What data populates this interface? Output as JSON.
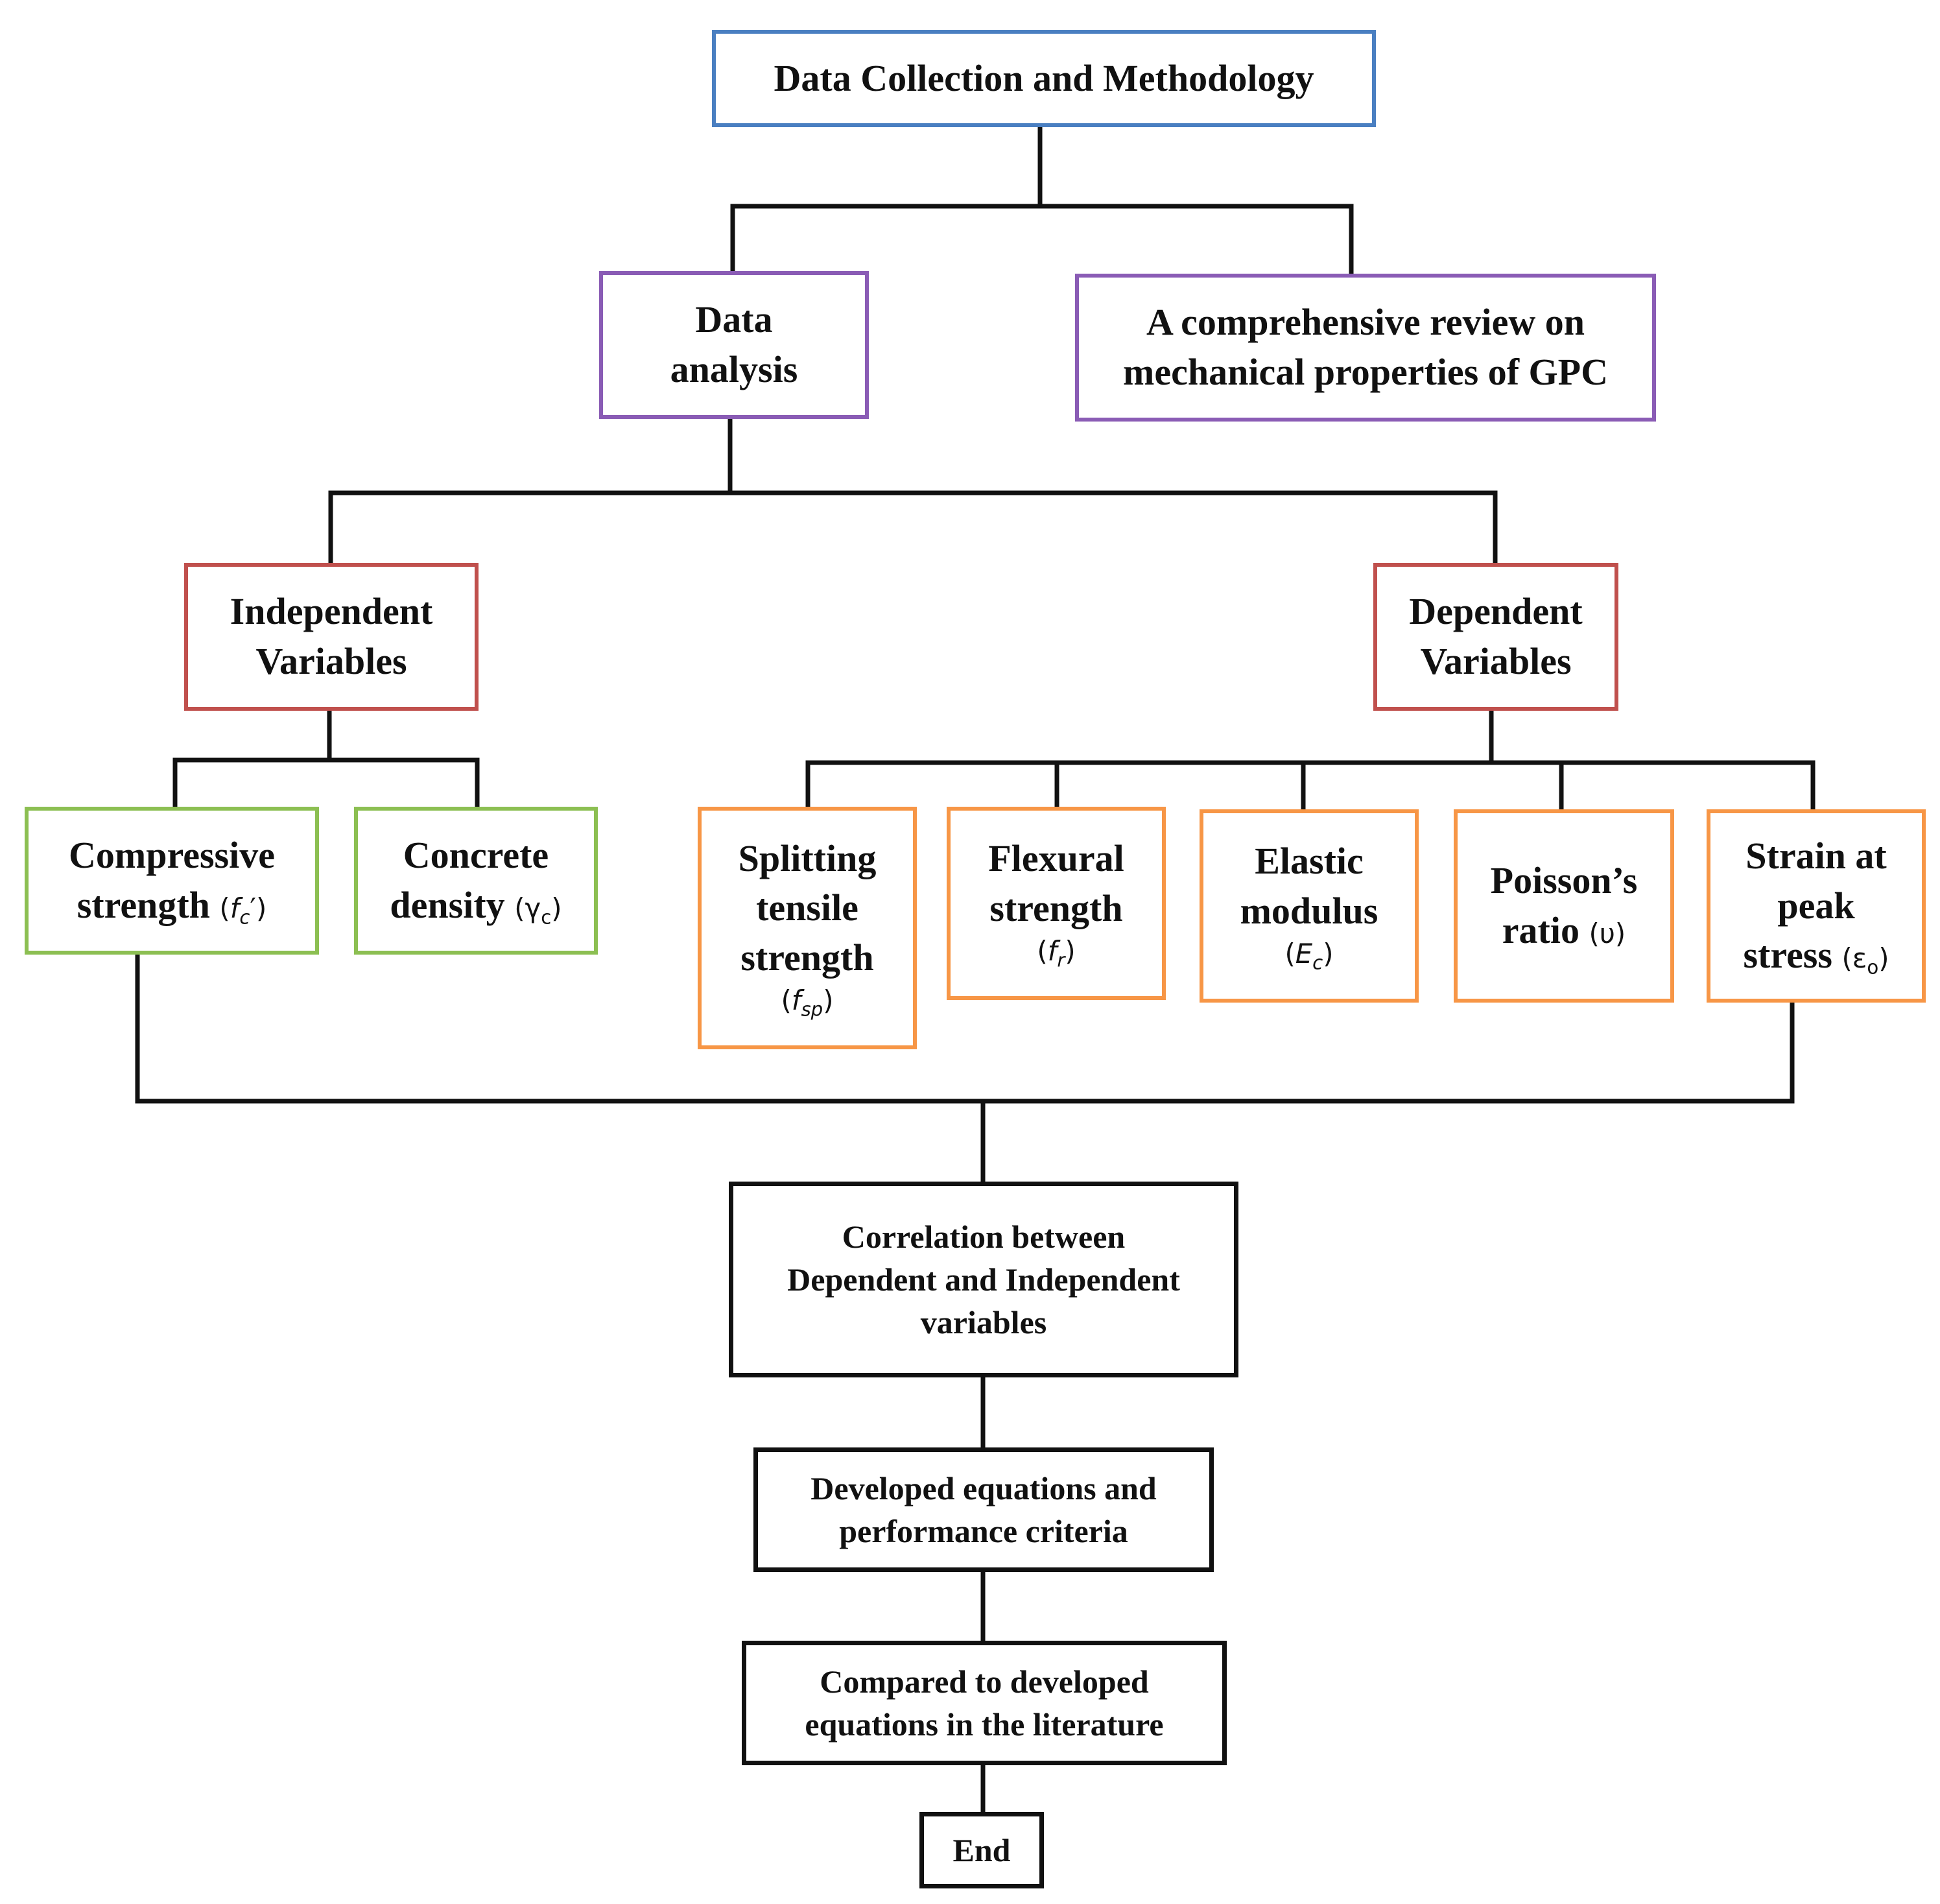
{
  "diagram": {
    "nodes": {
      "top": {
        "lines": [
          "Data Collection and Methodology"
        ]
      },
      "data_analysis": {
        "lines": [
          "Data",
          "analysis"
        ]
      },
      "review": {
        "lines": [
          "A comprehensive review on",
          "mechanical properties of GPC"
        ]
      },
      "independent": {
        "lines": [
          "Independent",
          "Variables"
        ]
      },
      "dependent": {
        "lines": [
          "Dependent",
          "Variables"
        ]
      },
      "compressive": {
        "lines": [
          "Compressive",
          "strength"
        ]
      },
      "density": {
        "lines": [
          "Concrete",
          "density"
        ]
      },
      "splitting": {
        "lines": [
          "Splitting",
          "tensile",
          "strength"
        ]
      },
      "flexural": {
        "lines": [
          "Flexural",
          "strength"
        ]
      },
      "elastic": {
        "lines": [
          "Elastic",
          "modulus"
        ]
      },
      "poisson": {
        "lines": [
          "Poisson’s",
          "ratio"
        ]
      },
      "strain": {
        "lines": [
          "Strain at",
          "peak",
          "stress"
        ]
      },
      "correlation": {
        "lines": [
          "Correlation between",
          "Dependent and Independent",
          "variables"
        ]
      },
      "developed": {
        "lines": [
          "Developed equations and",
          "performance criteria"
        ]
      },
      "compared": {
        "lines": [
          "Compared to developed",
          "equations in the literature"
        ]
      },
      "end": {
        "lines": [
          "End"
        ]
      }
    },
    "edges": [
      [
        "top",
        "data_analysis"
      ],
      [
        "top",
        "review"
      ],
      [
        "data_analysis",
        "independent"
      ],
      [
        "data_analysis",
        "dependent"
      ],
      [
        "independent",
        "compressive"
      ],
      [
        "independent",
        "density"
      ],
      [
        "dependent",
        "splitting"
      ],
      [
        "dependent",
        "flexural"
      ],
      [
        "dependent",
        "elastic"
      ],
      [
        "dependent",
        "poisson"
      ],
      [
        "dependent",
        "strain"
      ],
      [
        "compressive",
        "correlation"
      ],
      [
        "strain",
        "correlation"
      ],
      [
        "correlation",
        "developed"
      ],
      [
        "developed",
        "compared"
      ],
      [
        "compared",
        "end"
      ]
    ],
    "colors": {
      "top_border": "#4a7fc1",
      "level2_border": "#8a5cb5",
      "variables_border": "#c0504d",
      "independent_items_border": "#8cbf52",
      "dependent_items_border": "#f79646",
      "process_border": "#111111",
      "connector": "#111111"
    }
  }
}
